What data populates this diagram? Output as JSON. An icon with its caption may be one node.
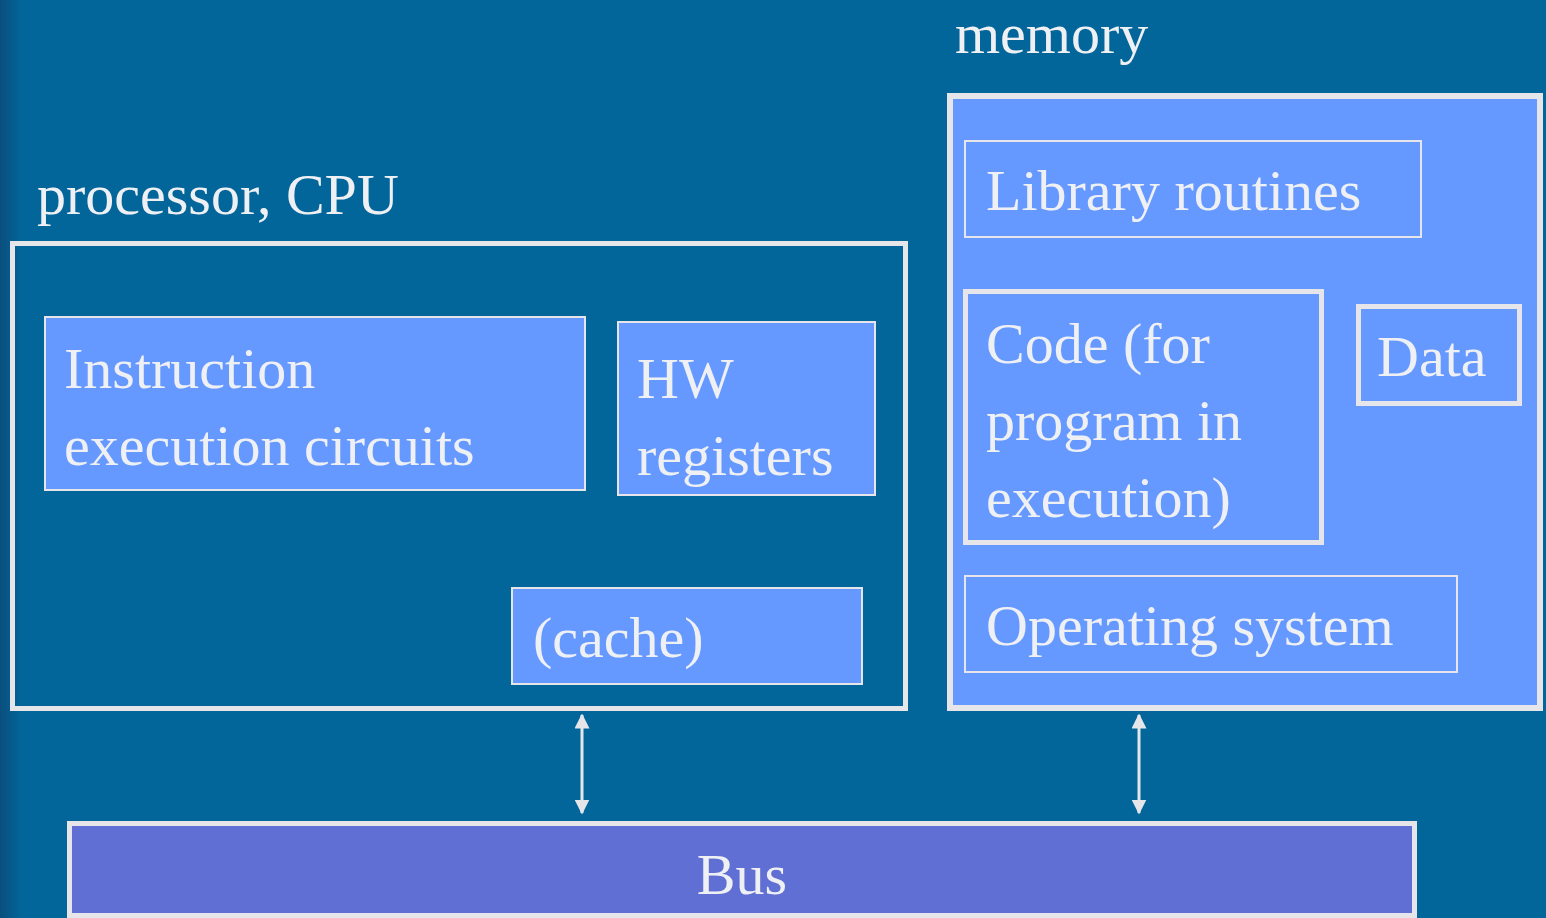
{
  "diagram": {
    "nodes": [
      {
        "text": [
          "processor, CPU"
        ]
      },
      {
        "text": [
          "Instruction execution circuits"
        ],
        "in": 0
      },
      {
        "text": [
          "HW registers"
        ],
        "in": 0
      },
      {
        "text": [
          "(cache)"
        ],
        "in": 0
      },
      {
        "text": [
          "memory"
        ]
      },
      {
        "text": [
          "Library routines"
        ],
        "in": 4
      },
      {
        "text": [
          "Code (for program in execution)"
        ],
        "in": 4
      },
      {
        "text": [
          "Data"
        ],
        "in": 4
      },
      {
        "text": [
          "Operating system"
        ],
        "in": 4
      },
      {
        "text": [
          "Bus"
        ]
      }
    ],
    "edges": [
      {
        "from": 0,
        "to": 9,
        "arrow": "both"
      },
      {
        "from": 4,
        "to": 9,
        "arrow": "both"
      }
    ]
  }
}
